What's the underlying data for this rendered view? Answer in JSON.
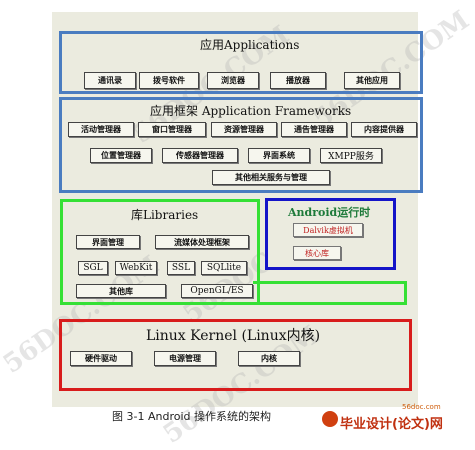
{
  "applications": {
    "title": "应用Applications",
    "items": [
      "通讯录",
      "拨号软件",
      "浏览器",
      "播放器",
      "其他应用"
    ]
  },
  "frameworks": {
    "title": "应用框架 Application Frameworks",
    "row1": [
      "活动管理器",
      "窗口管理器",
      "资源管理器",
      "通告管理器",
      "内容提供器"
    ],
    "row2": [
      "位置管理器",
      "传感器管理器",
      "界面系统",
      "XMPP服务"
    ],
    "row3": [
      "其他相关服务与管理"
    ]
  },
  "libraries": {
    "title": "库Libraries",
    "row1": [
      "界面管理",
      "流媒体处理框架"
    ],
    "row2": [
      "SGL",
      "WebKit",
      "SSL",
      "SQLlite"
    ],
    "row3": [
      "其他库",
      "OpenGL/ES"
    ]
  },
  "android_runtime": {
    "title": "Android运行时",
    "items": [
      "Dalvik虚拟机",
      "核心库"
    ]
  },
  "kernel": {
    "title": "Linux Kernel (Linux内核)",
    "items": [
      "硬件驱动",
      "电源管理",
      "内核"
    ]
  },
  "caption": "图 3-1   Android 操作系统的架构",
  "watermark": "56DOC.COM",
  "logo": {
    "url": "56doc.com",
    "text": "毕业设计(论文)网"
  }
}
